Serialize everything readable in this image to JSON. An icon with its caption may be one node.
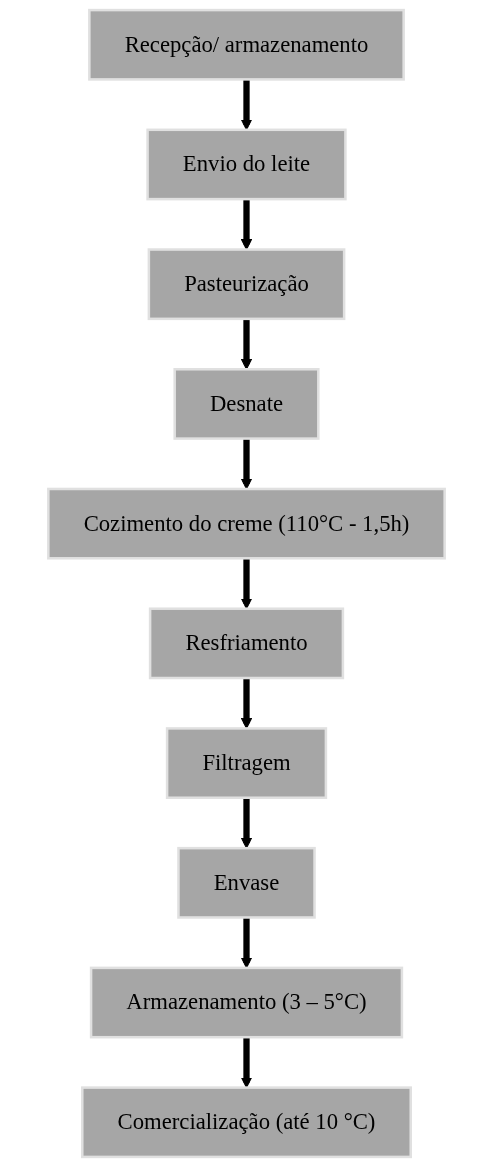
{
  "diagram": {
    "nodes": [
      {
        "text": [
          "Recepção/ armazenamento"
        ]
      },
      {
        "text": [
          "Envio do leite"
        ]
      },
      {
        "text": [
          "Pasteurização"
        ]
      },
      {
        "text": [
          "Desnate"
        ]
      },
      {
        "text": [
          "Cozimento do creme (110°C - 1,5h)"
        ]
      },
      {
        "text": [
          "Resfriamento"
        ]
      },
      {
        "text": [
          "Filtragem"
        ]
      },
      {
        "text": [
          "Envase"
        ]
      },
      {
        "text": [
          "Armazenamento (3 – 5°C)"
        ]
      },
      {
        "text": [
          "Comercialização (até 10 °C)"
        ]
      }
    ],
    "edges": [
      {
        "from": 0,
        "to": 1,
        "arrow": "to"
      },
      {
        "from": 1,
        "to": 2,
        "arrow": "to"
      },
      {
        "from": 2,
        "to": 3,
        "arrow": "to"
      },
      {
        "from": 3,
        "to": 4,
        "arrow": "to"
      },
      {
        "from": 4,
        "to": 5,
        "arrow": "to"
      },
      {
        "from": 5,
        "to": 6,
        "arrow": "to"
      },
      {
        "from": 6,
        "to": 7,
        "arrow": "to"
      },
      {
        "from": 7,
        "to": 8,
        "arrow": "to"
      },
      {
        "from": 8,
        "to": 9,
        "arrow": "to"
      }
    ]
  }
}
